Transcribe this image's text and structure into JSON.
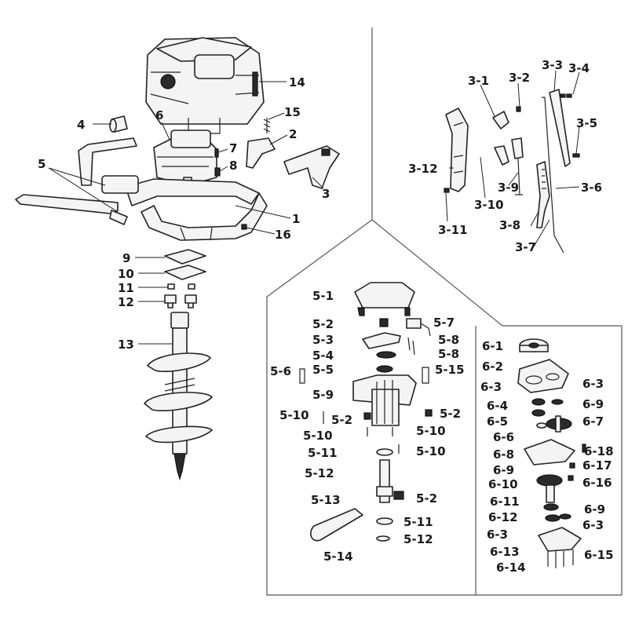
{
  "labels": [
    {
      "text": "14"
    },
    {
      "text": "15"
    },
    {
      "text": "2"
    },
    {
      "text": "6"
    },
    {
      "text": "7"
    },
    {
      "text": "8"
    },
    {
      "text": "4"
    },
    {
      "text": "5"
    },
    {
      "text": "3"
    },
    {
      "text": "1"
    },
    {
      "text": "16"
    },
    {
      "text": "9"
    },
    {
      "text": "10"
    },
    {
      "text": "11"
    },
    {
      "text": "12"
    },
    {
      "text": "13"
    },
    {
      "text": "3-1"
    },
    {
      "text": "3-2"
    },
    {
      "text": "3-3"
    },
    {
      "text": "3-4"
    },
    {
      "text": "3-5"
    },
    {
      "text": "3-12"
    },
    {
      "text": "3-9"
    },
    {
      "text": "3-10"
    },
    {
      "text": "3-6"
    },
    {
      "text": "3-11"
    },
    {
      "text": "3-8"
    },
    {
      "text": "3-7"
    },
    {
      "text": "5-1"
    },
    {
      "text": "5-2"
    },
    {
      "text": "5-7"
    },
    {
      "text": "5-3"
    },
    {
      "text": "5-8"
    },
    {
      "text": "5-4"
    },
    {
      "text": "5-8"
    },
    {
      "text": "5-6"
    },
    {
      "text": "5-5"
    },
    {
      "text": "5-15"
    },
    {
      "text": "5-9"
    },
    {
      "text": "5-10"
    },
    {
      "text": "5-2"
    },
    {
      "text": "5-2"
    },
    {
      "text": "5-10"
    },
    {
      "text": "5-10"
    },
    {
      "text": "5-11"
    },
    {
      "text": "5-10"
    },
    {
      "text": "5-12"
    },
    {
      "text": "5-13"
    },
    {
      "text": "5-2"
    },
    {
      "text": "5-11"
    },
    {
      "text": "5-14"
    },
    {
      "text": "5-12"
    },
    {
      "text": "6-1"
    },
    {
      "text": "6-2"
    },
    {
      "text": "6-3"
    },
    {
      "text": "6-3"
    },
    {
      "text": "6-4"
    },
    {
      "text": "6-9"
    },
    {
      "text": "6-5"
    },
    {
      "text": "6-7"
    },
    {
      "text": "6-6"
    },
    {
      "text": "6-8"
    },
    {
      "text": "6-18"
    },
    {
      "text": "6-17"
    },
    {
      "text": "6-9"
    },
    {
      "text": "6-10"
    },
    {
      "text": "6-16"
    },
    {
      "text": "6-11"
    },
    {
      "text": "6-9"
    },
    {
      "text": "6-12"
    },
    {
      "text": "6-3"
    },
    {
      "text": "6-3"
    },
    {
      "text": "6-13"
    },
    {
      "text": "6-14"
    },
    {
      "text": "6-15"
    }
  ]
}
